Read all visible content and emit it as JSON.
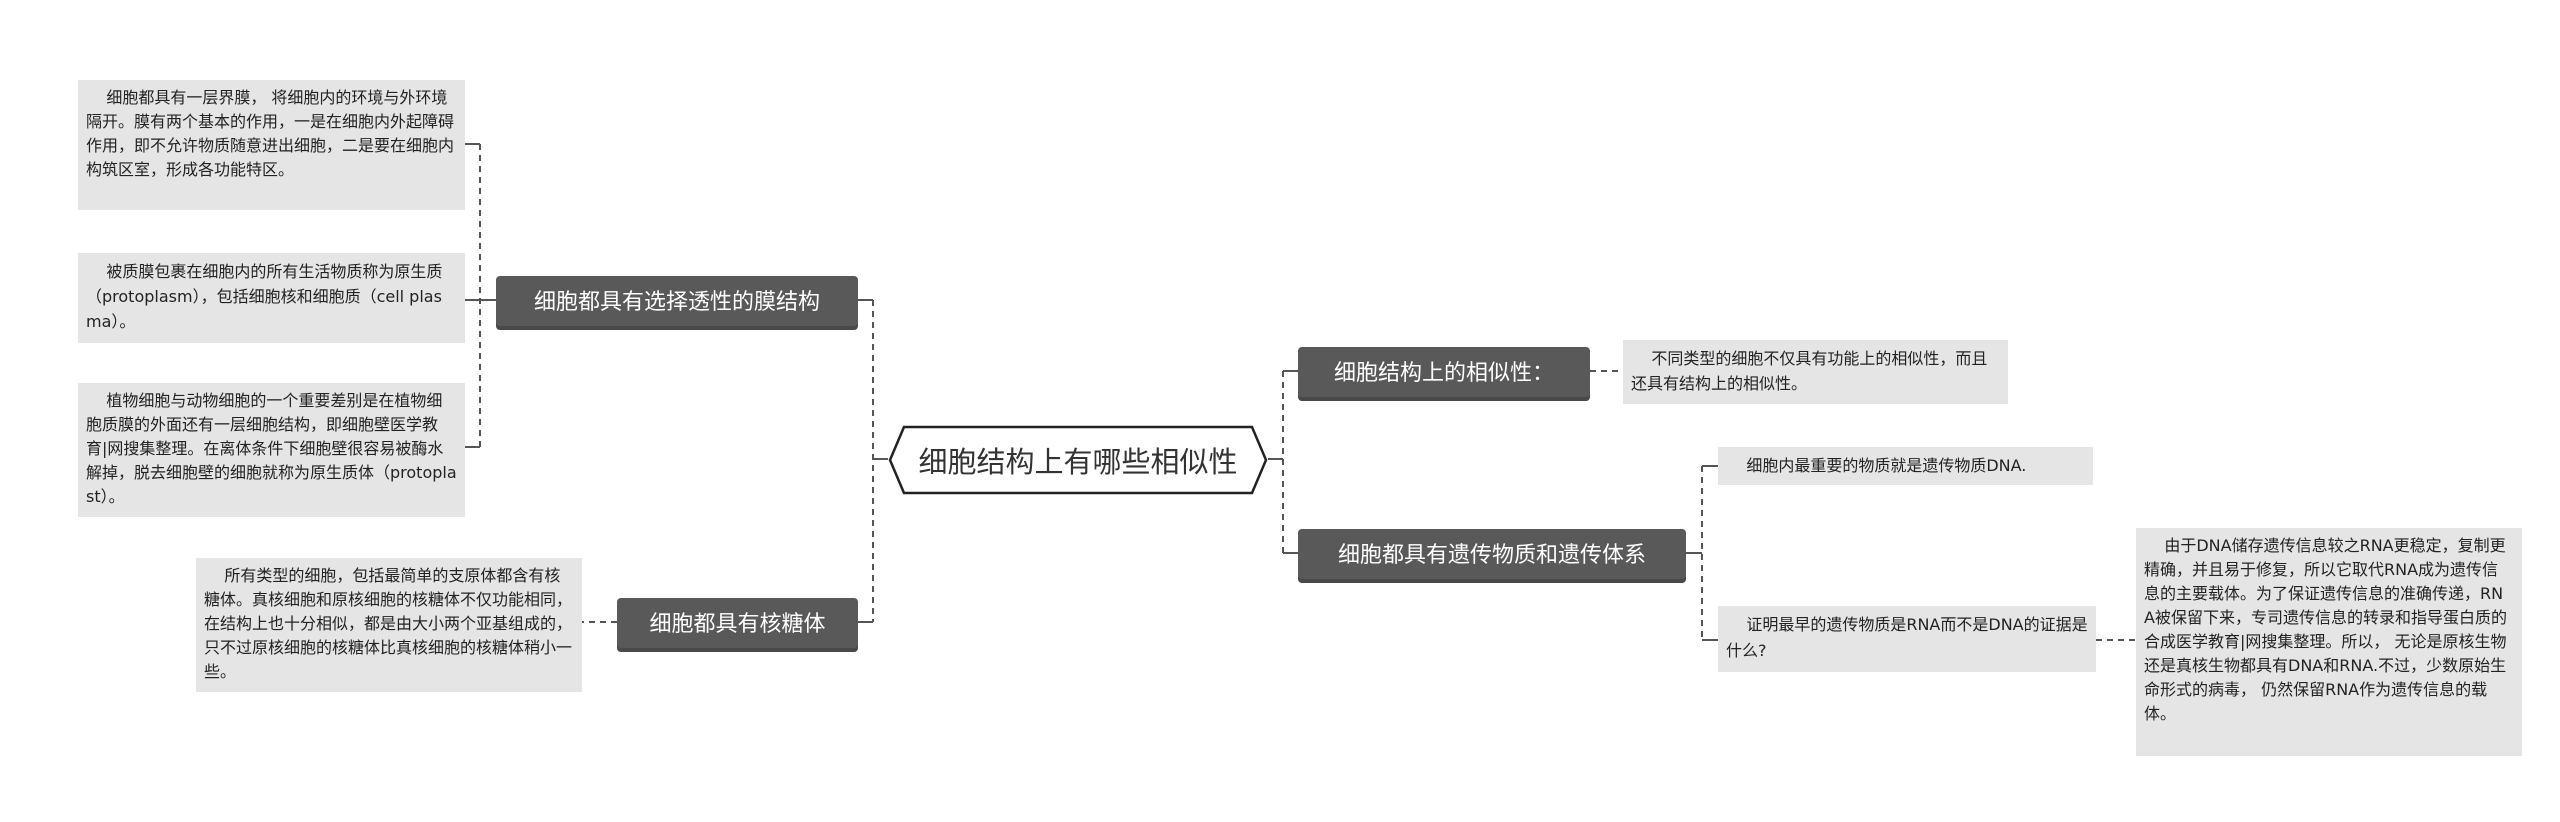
{
  "root": {
    "label": "细胞结构上有哪些相似性"
  },
  "colors": {
    "branch_bg": "#595959",
    "leaf_bg": "#e5e5e5",
    "line": "#555555"
  },
  "left_branches": [
    {
      "label": "细胞都具有选择透性的膜结构",
      "leaves": [
        "    细胞都具有一层界膜， 将细胞内的环境与外环境隔开。膜有两个基本的作用，一是在细胞内外起障碍作用，即不允许物质随意进出细胞，二是要在细胞内构筑区室，形成各功能特区。",
        "    被质膜包裹在细胞内的所有生活物质称为原生质（protoplasm），包括细胞核和细胞质（cell plasma）。",
        "    植物细胞与动物细胞的一个重要差别是在植物细胞质膜的外面还有一层细胞结构，即细胞壁医学教育|网搜集整理。在离体条件下细胞壁很容易被酶水解掉，脱去细胞壁的细胞就称为原生质体（protoplast）。"
      ]
    },
    {
      "label": "细胞都具有核糖体",
      "leaves": [
        "    所有类型的细胞，包括最简单的支原体都含有核糖体。真核细胞和原核细胞的核糖体不仅功能相同，在结构上也十分相似，都是由大小两个亚基组成的，只不过原核细胞的核糖体比真核细胞的核糖体稍小一些。"
      ]
    }
  ],
  "right_branches": [
    {
      "label": "细胞结构上的相似性：",
      "leaves": [
        "    不同类型的细胞不仅具有功能上的相似性，而且还具有结构上的相似性。"
      ]
    },
    {
      "label": "细胞都具有遗传物质和遗传体系",
      "leaves": [
        "    细胞内最重要的物质就是遗传物质DNA.",
        "    证明最早的遗传物质是RNA而不是DNA的证据是什么?"
      ],
      "subleaf": "    由于DNA储存遗传信息较之RNA更稳定，复制更精确，并且易于修复，所以它取代RNA成为遗传信息的主要载体。为了保证遗传信息的准确传递，RNA被保留下来，专司遗传信息的转录和指导蛋白质的合成医学教育|网搜集整理。所以， 无论是原核生物还是真核生物都具有DNA和RNA.不过，少数原始生命形式的病毒， 仍然保留RNA作为遗传信息的载体。"
    }
  ]
}
